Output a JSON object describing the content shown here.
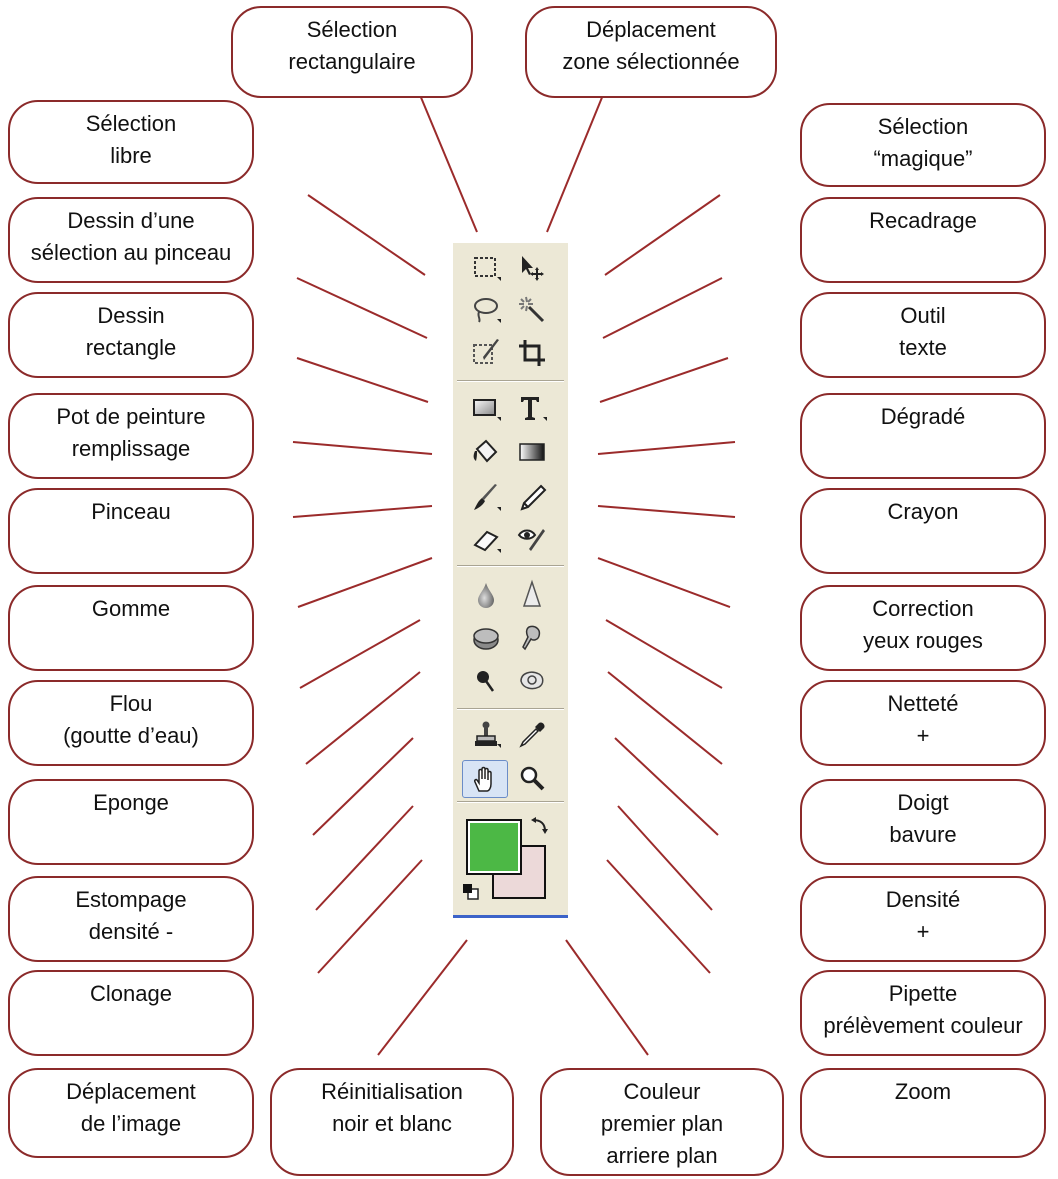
{
  "labels": {
    "selection_rect": [
      "Sélection",
      "rectangulaire"
    ],
    "move_selection": [
      "Déplacement",
      "zone sélectionnée"
    ],
    "lasso": [
      "Sélection",
      "libre"
    ],
    "magic_wand": [
      "Sélection",
      "“magique”"
    ],
    "selection_brush": [
      "Dessin d’une",
      "sélection au pinceau"
    ],
    "crop": [
      "Recadrage"
    ],
    "rectangle": [
      "Dessin",
      "rectangle"
    ],
    "text": [
      "Outil",
      "texte"
    ],
    "paint_bucket": [
      "Pot de peinture",
      "remplissage"
    ],
    "gradient": [
      "Dégradé"
    ],
    "brush": [
      "Pinceau"
    ],
    "pencil": [
      "Crayon"
    ],
    "eraser": [
      "Gomme"
    ],
    "red_eye": [
      "Correction",
      "yeux rouges"
    ],
    "blur": [
      "Flou",
      "(goutte d’eau)"
    ],
    "sharpen": [
      "Netteté",
      "+"
    ],
    "sponge": [
      "Eponge"
    ],
    "smudge": [
      "Doigt",
      "bavure"
    ],
    "dodge": [
      "Estompage",
      "densité -"
    ],
    "burn": [
      "Densité",
      "+"
    ],
    "clone": [
      "Clonage"
    ],
    "eyedropper": [
      "Pipette",
      "prélèvement couleur"
    ],
    "hand": [
      "Déplacement",
      "de l’image"
    ],
    "zoom": [
      "Zoom"
    ],
    "reset_colors": [
      "Réinitialisation",
      "noir et blanc"
    ],
    "colors": [
      "Couleur",
      "premier plan",
      "arriere plan"
    ]
  },
  "tools": [
    {
      "id": "marquee",
      "icon": "marquee-icon"
    },
    {
      "id": "move",
      "icon": "move-icon"
    },
    {
      "id": "lasso",
      "icon": "lasso-icon"
    },
    {
      "id": "magic",
      "icon": "magic-wand-icon"
    },
    {
      "id": "selbrush",
      "icon": "selection-brush-icon"
    },
    {
      "id": "crop",
      "icon": "crop-icon"
    },
    {
      "id": "rect",
      "icon": "rectangle-icon"
    },
    {
      "id": "text",
      "icon": "text-icon"
    },
    {
      "id": "bucket",
      "icon": "paint-bucket-icon"
    },
    {
      "id": "gradient",
      "icon": "gradient-icon"
    },
    {
      "id": "brush",
      "icon": "brush-icon"
    },
    {
      "id": "pencil",
      "icon": "pencil-icon"
    },
    {
      "id": "eraser",
      "icon": "eraser-icon"
    },
    {
      "id": "redeye",
      "icon": "red-eye-icon"
    },
    {
      "id": "blur",
      "icon": "blur-drop-icon"
    },
    {
      "id": "sharpen",
      "icon": "sharpen-cone-icon"
    },
    {
      "id": "sponge",
      "icon": "sponge-icon"
    },
    {
      "id": "smudge",
      "icon": "smudge-finger-icon"
    },
    {
      "id": "dodge",
      "icon": "dodge-icon"
    },
    {
      "id": "burn",
      "icon": "burn-hand-icon"
    },
    {
      "id": "clone",
      "icon": "clone-stamp-icon"
    },
    {
      "id": "eyedropper",
      "icon": "eyedropper-icon"
    },
    {
      "id": "hand",
      "icon": "hand-icon"
    },
    {
      "id": "zoom",
      "icon": "zoom-icon"
    }
  ],
  "colors": {
    "foreground": "#4cb845",
    "background": "#ecd9d9",
    "border": "#8b2a2a",
    "palette": "#ece8d6"
  }
}
